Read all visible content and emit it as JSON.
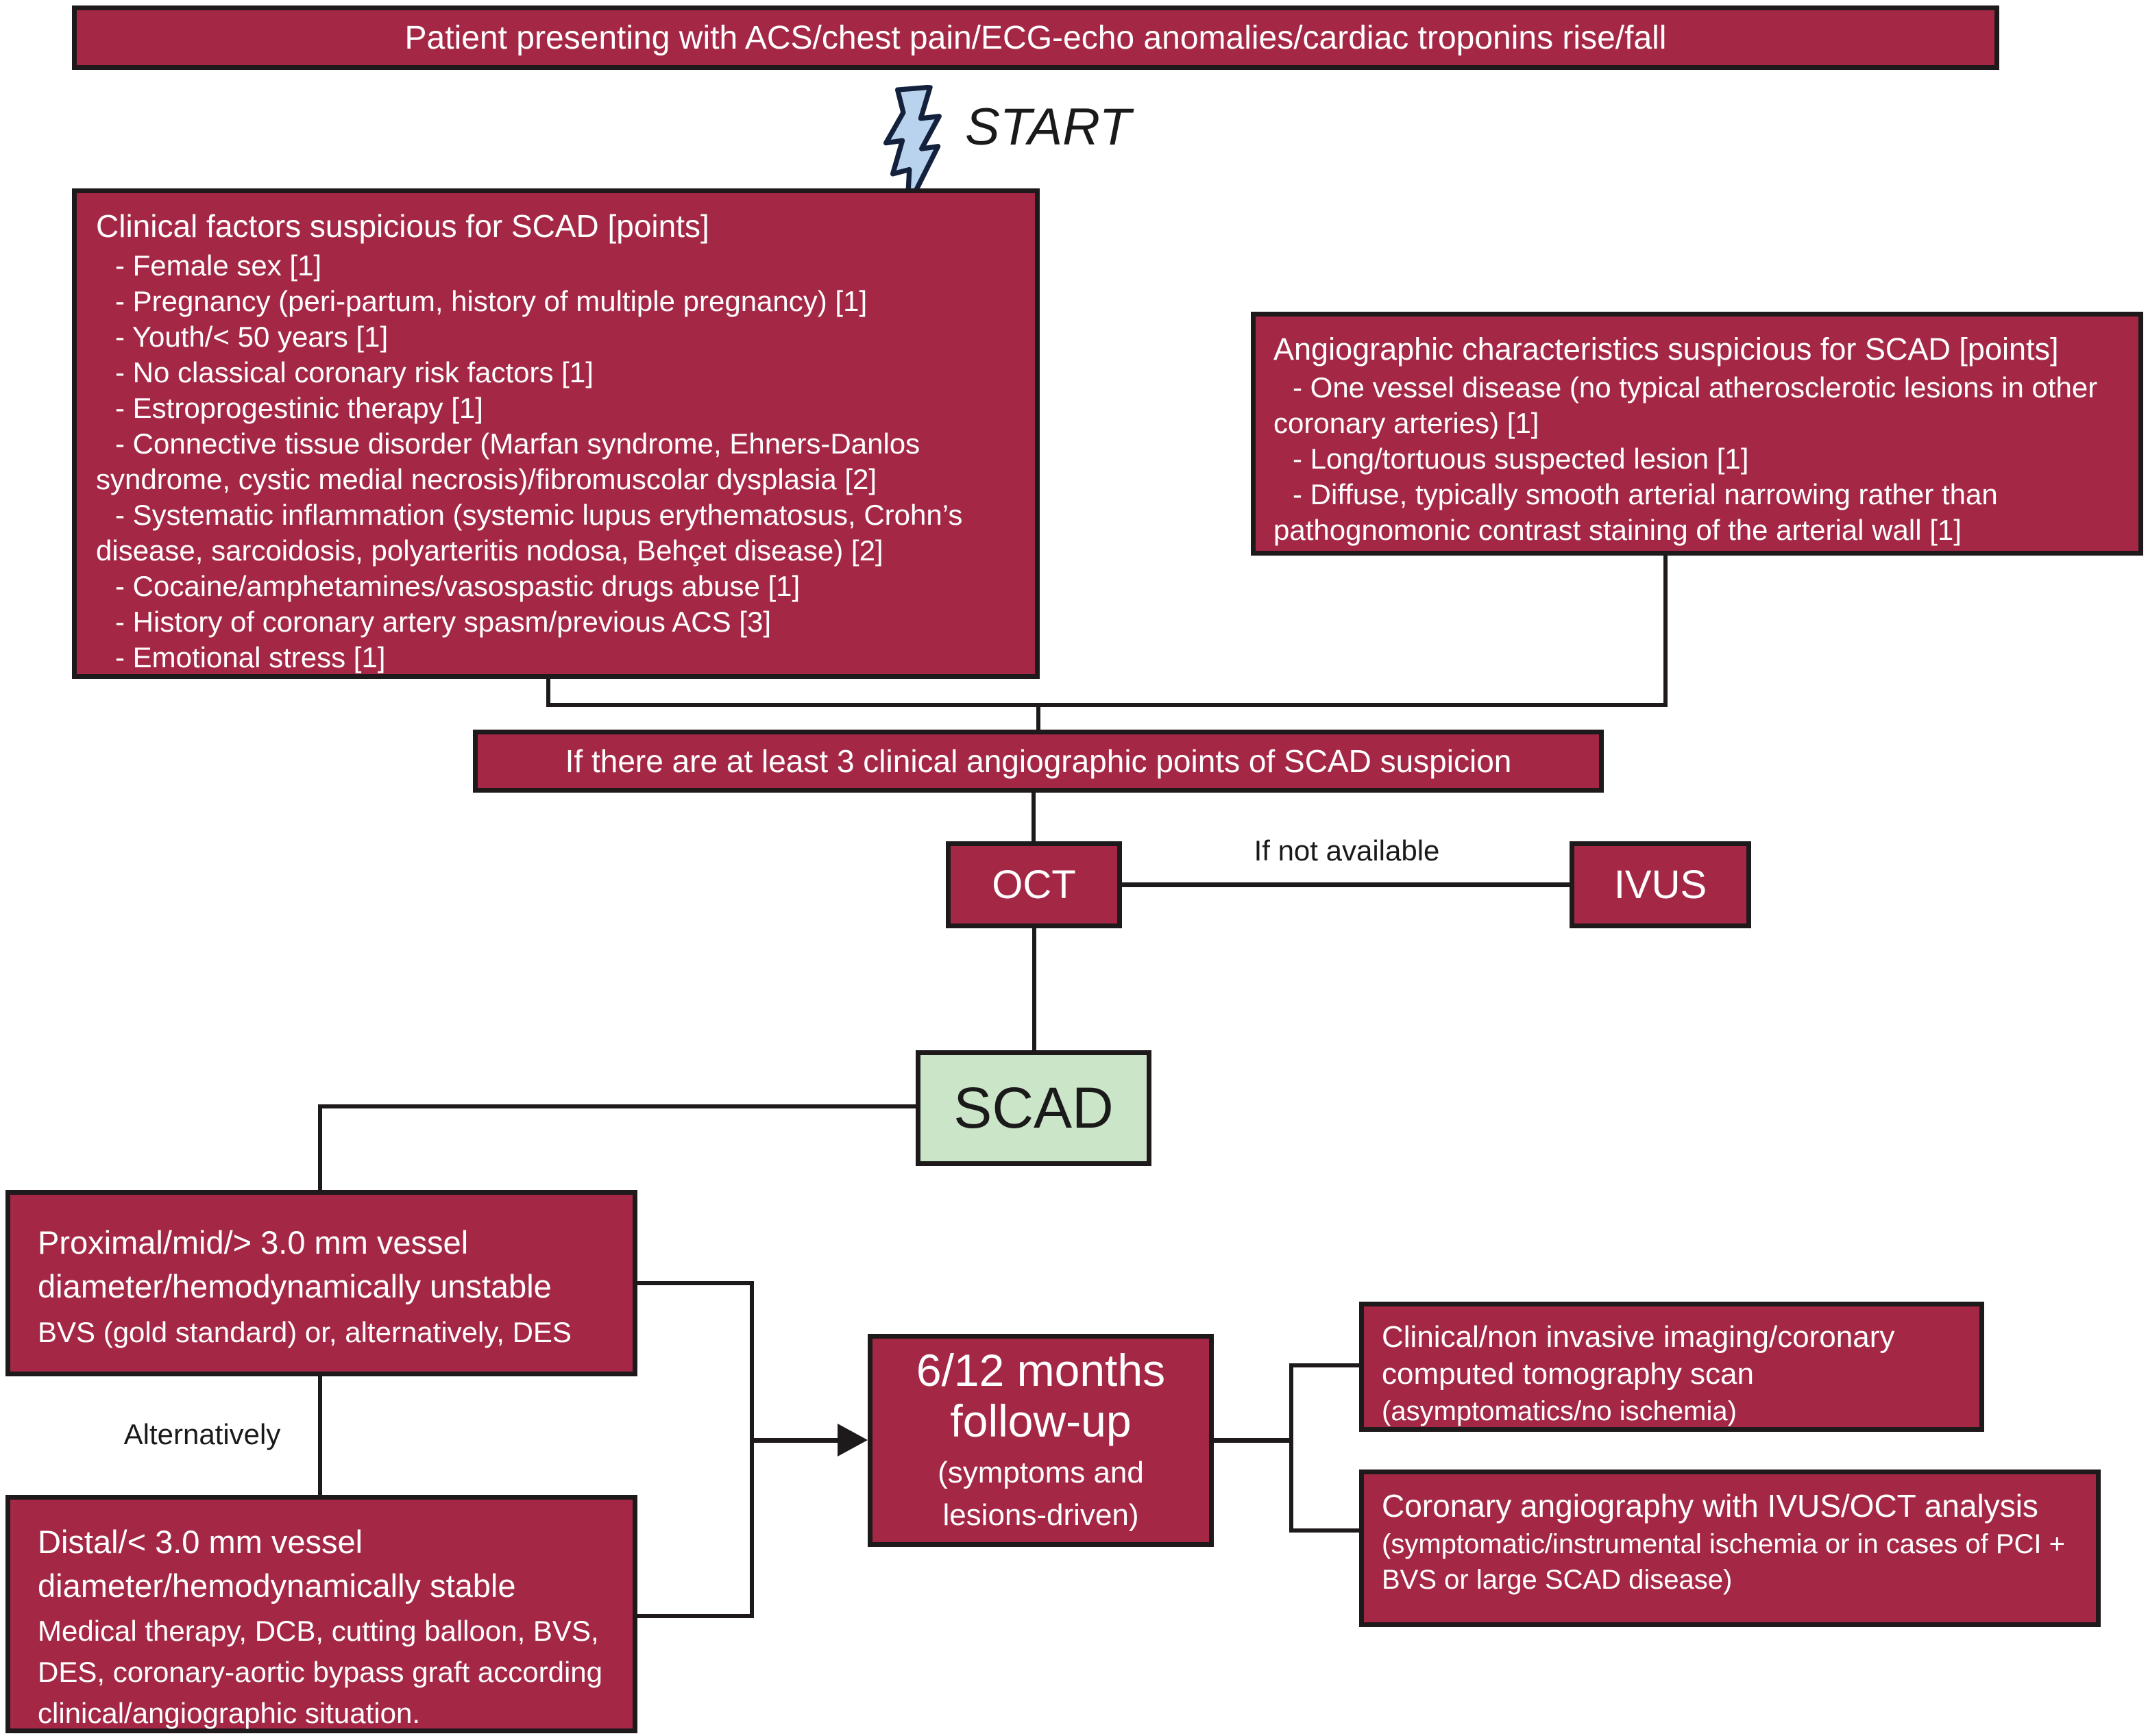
{
  "colors": {
    "box_red": "#a42846",
    "box_green": "#cbe5c8",
    "line_black": "#1e1a1b",
    "bolt_blue": "#b9d3ee"
  },
  "nodes": {
    "patient_banner": "Patient presenting with ACS/chest pain/ECG-echo anomalies/cardiac troponins rise/fall",
    "start_label": "START",
    "clinical_box": {
      "title": "Clinical factors suspicious for SCAD [points]",
      "items": [
        "- Female sex [1]",
        "- Pregnancy (peri-partum, history of multiple pregnancy) [1]",
        "- Youth/< 50 years [1]",
        "- No classical coronary risk factors [1]",
        "- Estroprogestinic therapy [1]",
        "- Connective tissue disorder (Marfan syndrome, Ehners-Danlos syndrome, cystic medial necrosis)/fibromuscolar dysplasia [2]",
        "- Systematic inflammation (systemic lupus erythematosus, Crohn’s disease, sarcoidosis, polyarteritis nodosa, Behçet disease) [2]",
        "- Cocaine/amphetamines/vasospastic drugs abuse [1]",
        "- History of coronary artery spasm/previous ACS [3]",
        "- Emotional stress [1]"
      ]
    },
    "angiographic_box": {
      "title": "Angiographic characteristics suspicious for SCAD [points]",
      "items": [
        "- One vessel disease (no typical atherosclerotic lesions in other coronary arteries) [1]",
        "- Long/tortuous suspected lesion [1]",
        "- Diffuse, typically smooth arterial narrowing rather than pathognomonic contrast staining of the arterial wall [1]"
      ]
    },
    "suspicion_banner": "If there are at least 3 clinical angiographic points of SCAD suspicion",
    "oct_label": "OCT",
    "ivus_label": "IVUS",
    "if_not_available": "If not available",
    "scad_label": "SCAD",
    "proximal_box": {
      "title": "Proximal/mid/> 3.0 mm vessel diameter/hemodynamically unstable",
      "body": "BVS (gold standard) or, alternatively, DES"
    },
    "alternatively_label": "Alternatively",
    "distal_box": {
      "title": "Distal/< 3.0 mm vessel diameter/hemodynamically stable",
      "body": "Medical therapy, DCB, cutting balloon, BVS, DES, coronary-aortic bypass graft according clinical/angiographic situation."
    },
    "followup_box": {
      "title": "6/12 months follow-up",
      "subtitle": "(symptoms and lesions-driven)"
    },
    "ct_box": {
      "title": "Clinical/non invasive imaging/coronary computed tomography scan",
      "subtitle": "(asymptomatics/no ischemia)"
    },
    "angio_followup_box": {
      "title": "Coronary angiography with IVUS/OCT analysis",
      "subtitle": "(symptomatic/instrumental ischemia or in cases of PCI + BVS or large SCAD disease)"
    }
  }
}
